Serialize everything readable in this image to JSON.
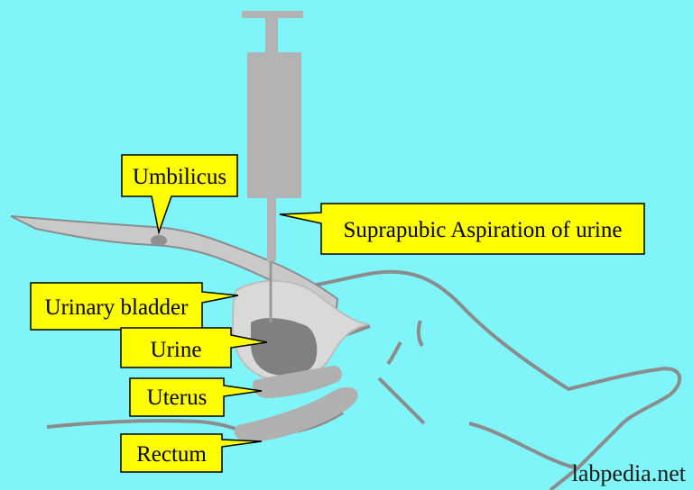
{
  "labels": {
    "umbilicus": "Umbilicus",
    "suprapubic": "Suprapubic Aspiration of urine",
    "bladder": "Urinary bladder",
    "urine": "Urine",
    "uterus": "Uterus",
    "rectum": "Rectum"
  },
  "watermark": "labpedia.net",
  "colors": {
    "background": "#7ff5f9",
    "label_fill": "#ffff00",
    "syringe": "#b3b3b3",
    "outline": "#8c8c8c",
    "bladder": "#d9d9d9",
    "urine": "#808080",
    "organ": "#b0b0b0"
  }
}
